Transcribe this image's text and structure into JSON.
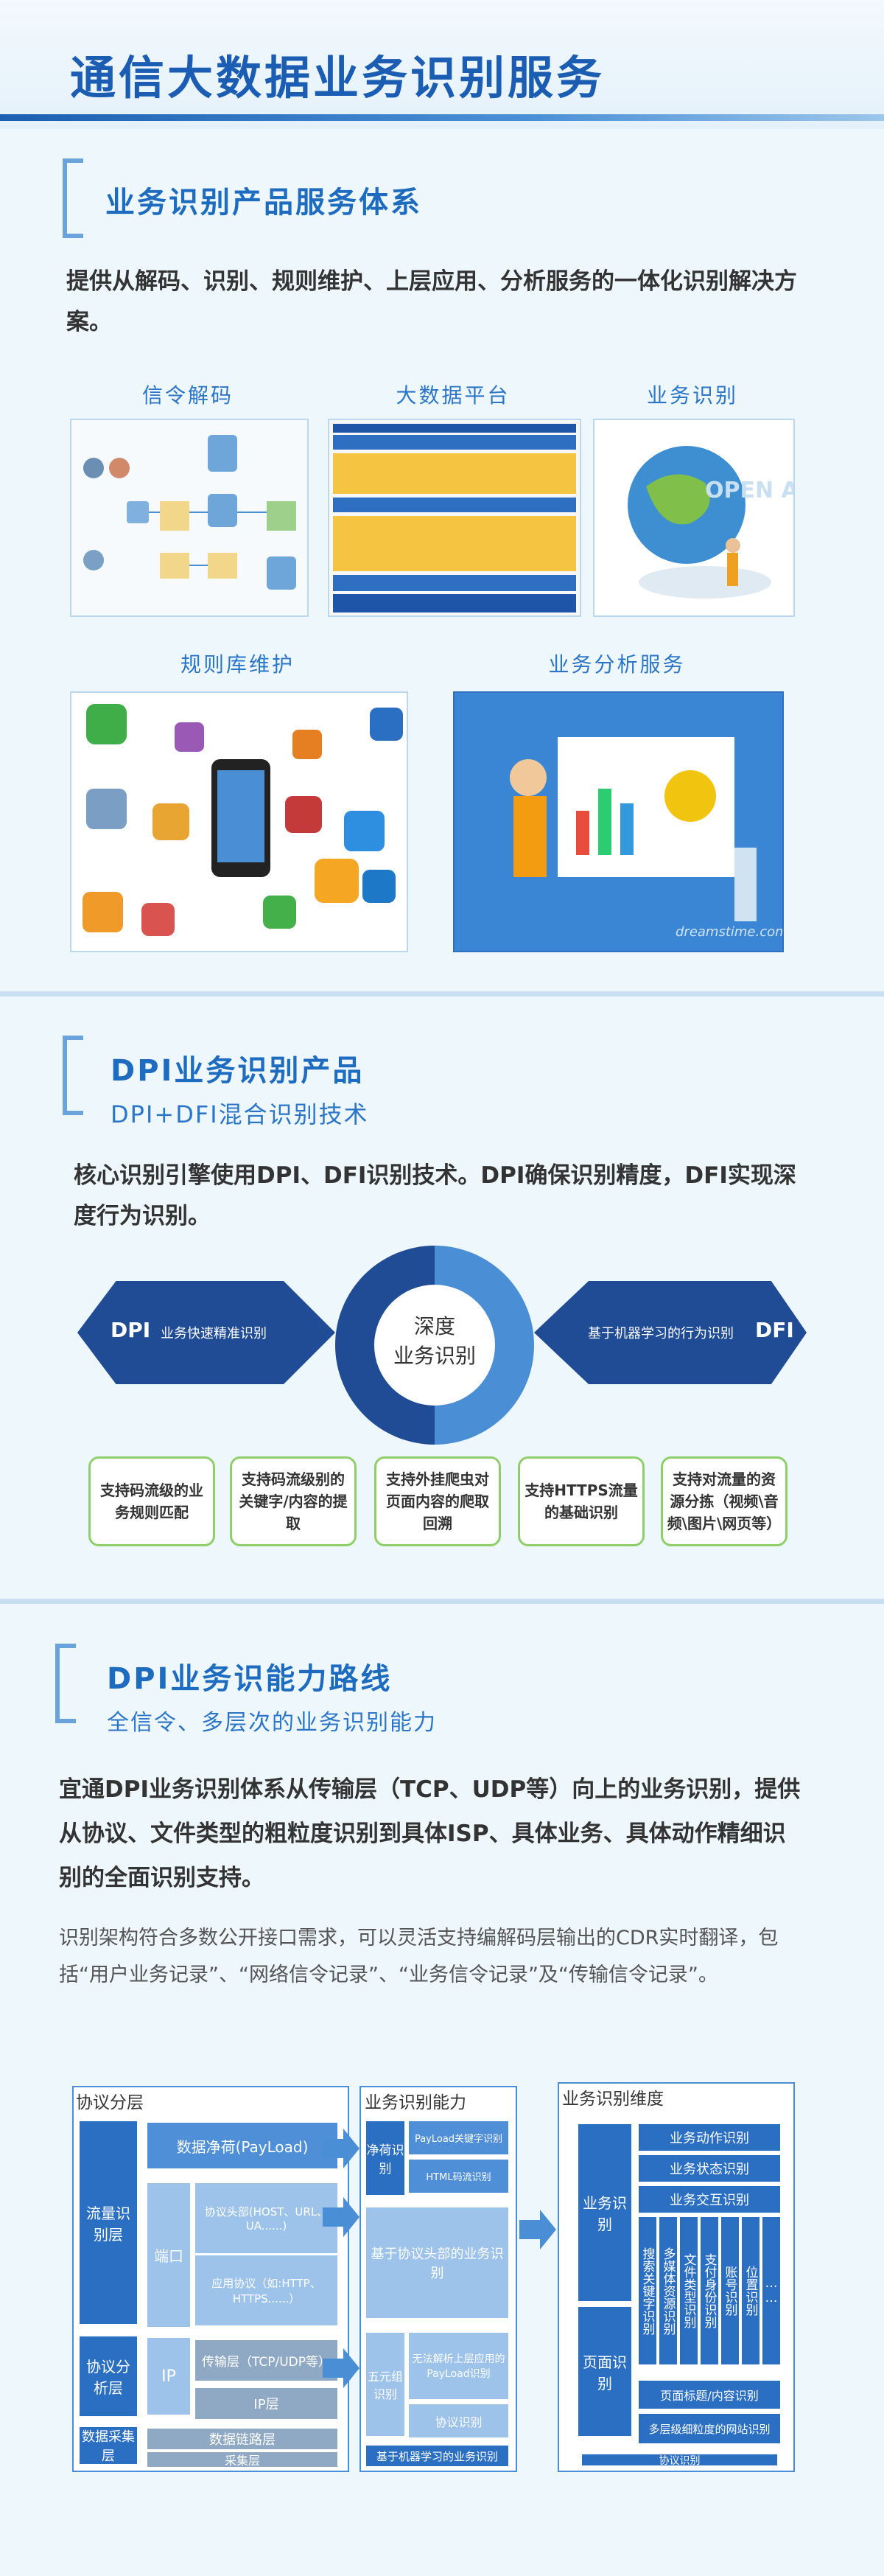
{
  "header": {
    "title": "通信大数据业务识别服务"
  },
  "s1": {
    "heading": "业务识别产品服务体系",
    "lead": "提供从解码、识别、规则维护、上层应用、分析服务的一体化识别解决方案。",
    "captions": [
      "信令解码",
      "大数据平台",
      "业务识别",
      "规则库维护",
      "业务分析服务"
    ],
    "api_text": "OPEN API",
    "watermark": "dreamstime.com"
  },
  "s2": {
    "heading": "DPI业务识别产品",
    "sub": "DPI+DFI混合识别技术",
    "lead": "核心识别引擎使用DPI、DFI识别技术。DPI确保识别精度，DFI实现深度行为识别。",
    "dpi": "DPI",
    "dpi_desc": "业务快速精准识别",
    "dfi": "DFI",
    "dfi_desc": "基于机器学习的行为识别",
    "center_line1": "深度",
    "center_line2": "业务识别",
    "features": [
      "支持码流级的业务规则匹配",
      "支持码流级别的关键字/内容的提取",
      "支持外挂爬虫对页面内容的爬取回溯",
      "支持HTTPS流量的基础识别",
      "支持对流量的资源分拣（视频\\音频\\图片\\网页等）"
    ]
  },
  "s3": {
    "heading": "DPI业务识能力路线",
    "sub": "全信令、多层次的业务识别能力",
    "lead": "宜通DPI业务识别体系从传输层（TCP、UDP等）向上的业务识别，提供从协议、文件类型的粗粒度识别到具体ISP、具体业务、具体动作精细识别的全面识别支持。",
    "para": "识别架构符合多数公开接口需求，可以灵活支持编解码层输出的CDR实时翻译，包括“用户业务记录”、“网络信令记录”、“业务信令记录”及“传输信令记录”。"
  },
  "diagram": {
    "p1_title": "协议分层",
    "p2_title": "业务识别能力",
    "p3_title": "业务识别维度",
    "flow": "流量识别层",
    "proto": "协议分析层",
    "collect": "数据采集层",
    "payload": "数据净荷(PayLoad)",
    "port": "端口",
    "header_proto": "协议头部(HOST、URL、UA......)",
    "app_proto": "应用协议（如:HTTP、HTTPS......）",
    "ip": "IP",
    "transport": "传输层（TCP/UDP等）",
    "iplayer": "IP层",
    "datalink": "数据链路层",
    "capture": "采集层",
    "payload_id": "净荷识别",
    "kw_id": "PayLoad关键字识别",
    "html_id": "HTML码流识别",
    "header_id": "基于协议头部的业务识别",
    "five_tuple": "五元组识别",
    "no_parse": "无法解析上层应用的PayLoad识别",
    "proto_id": "协议识别",
    "ml_id": "基于机器学习的业务识别",
    "biz_id": "业务识别",
    "page_id": "页面识别",
    "action": "业务动作识别",
    "state": "业务状态识别",
    "interact": "业务交互识别",
    "cols": [
      "搜索关键字识别",
      "多媒体资源识别",
      "文件类型识别",
      "支付身份识别",
      "账号识别",
      "位置识别",
      "……"
    ],
    "page_title": "页面标题/内容识别",
    "site": "多层级细粒度的网站识别",
    "protocol_id": "协议识别"
  },
  "colors": {
    "brand": "#1a5db3",
    "dark": "#1f4c94",
    "green": "#8fcf6a"
  }
}
